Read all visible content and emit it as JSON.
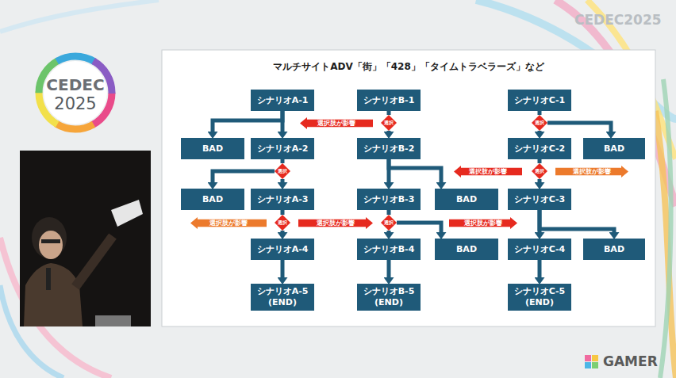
{
  "diagram": {
    "title": "マルチサイトADV「街」「428」「タイムトラベラーズ」など",
    "nodes": [
      {
        "text": [
          "シナリオA-1"
        ]
      },
      {
        "text": [
          "シナリオB-1"
        ]
      },
      {
        "text": [
          "シナリオC-1"
        ]
      },
      {
        "text": [
          "選択肢が影響"
        ]
      },
      {
        "text": [
          "選択"
        ]
      },
      {
        "text": [
          "選択"
        ]
      },
      {
        "text": [
          "BAD"
        ]
      },
      {
        "text": [
          "シナリオA-2"
        ]
      },
      {
        "text": [
          "シナリオB-2"
        ]
      },
      {
        "text": [
          "シナリオC-2"
        ]
      },
      {
        "text": [
          "BAD"
        ]
      },
      {
        "text": [
          "選択"
        ]
      },
      {
        "text": [
          "選択肢が影響"
        ]
      },
      {
        "text": [
          "選択"
        ]
      },
      {
        "text": [
          "選択肢が影響"
        ]
      },
      {
        "text": [
          "BAD"
        ]
      },
      {
        "text": [
          "シナリオA-3"
        ]
      },
      {
        "text": [
          "シナリオB-3"
        ]
      },
      {
        "text": [
          "BAD"
        ]
      },
      {
        "text": [
          "シナリオC-3"
        ]
      },
      {
        "text": [
          "選択肢が影響"
        ]
      },
      {
        "text": [
          "選択"
        ]
      },
      {
        "text": [
          "選択肢が影響"
        ]
      },
      {
        "text": [
          "選択"
        ]
      },
      {
        "text": [
          "選択肢が影響"
        ]
      },
      {
        "text": [
          "シナリオA-4"
        ]
      },
      {
        "text": [
          "シナリオB-4"
        ]
      },
      {
        "text": [
          "BAD"
        ]
      },
      {
        "text": [
          "シナリオC-4"
        ]
      },
      {
        "text": [
          "BAD"
        ]
      },
      {
        "text": [
          "シナリオA-5 (END)"
        ]
      },
      {
        "text": [
          "シナリオB-5 (END)"
        ]
      },
      {
        "text": [
          "シナリオC-5 (END)"
        ]
      }
    ],
    "edges": [
      {
        "from": 0,
        "to": 7,
        "arrow": "to"
      },
      {
        "from": 0,
        "to": 6,
        "arrow": "to"
      },
      {
        "from": 1,
        "to": 4,
        "arrow": "none"
      },
      {
        "from": 4,
        "to": 8,
        "arrow": "to"
      },
      {
        "from": 2,
        "to": 5,
        "arrow": "none"
      },
      {
        "from": 5,
        "to": 9,
        "arrow": "to"
      },
      {
        "from": 5,
        "to": 10,
        "arrow": "to"
      },
      {
        "from": 7,
        "to": 11,
        "arrow": "none"
      },
      {
        "from": 11,
        "to": 16,
        "arrow": "to"
      },
      {
        "from": 11,
        "to": 15,
        "arrow": "to"
      },
      {
        "from": 8,
        "to": 17,
        "arrow": "to"
      },
      {
        "from": 8,
        "to": 18,
        "arrow": "to"
      },
      {
        "from": 9,
        "to": 13,
        "arrow": "none"
      },
      {
        "from": 13,
        "to": 19,
        "arrow": "to"
      },
      {
        "from": 16,
        "to": 21,
        "arrow": "none"
      },
      {
        "from": 21,
        "to": 25,
        "arrow": "to"
      },
      {
        "from": 17,
        "to": 23,
        "arrow": "none"
      },
      {
        "from": 23,
        "to": 26,
        "arrow": "to"
      },
      {
        "from": 23,
        "to": 27,
        "arrow": "to"
      },
      {
        "from": 19,
        "to": 28,
        "arrow": "to"
      },
      {
        "from": 19,
        "to": 29,
        "arrow": "to"
      },
      {
        "from": 25,
        "to": 30,
        "arrow": "to"
      },
      {
        "from": 26,
        "to": 31,
        "arrow": "to"
      },
      {
        "from": 28,
        "to": 32,
        "arrow": "to"
      }
    ],
    "labels": [
      "CEDEC",
      "2025",
      "CEDEC2025",
      "GAMER"
    ]
  }
}
